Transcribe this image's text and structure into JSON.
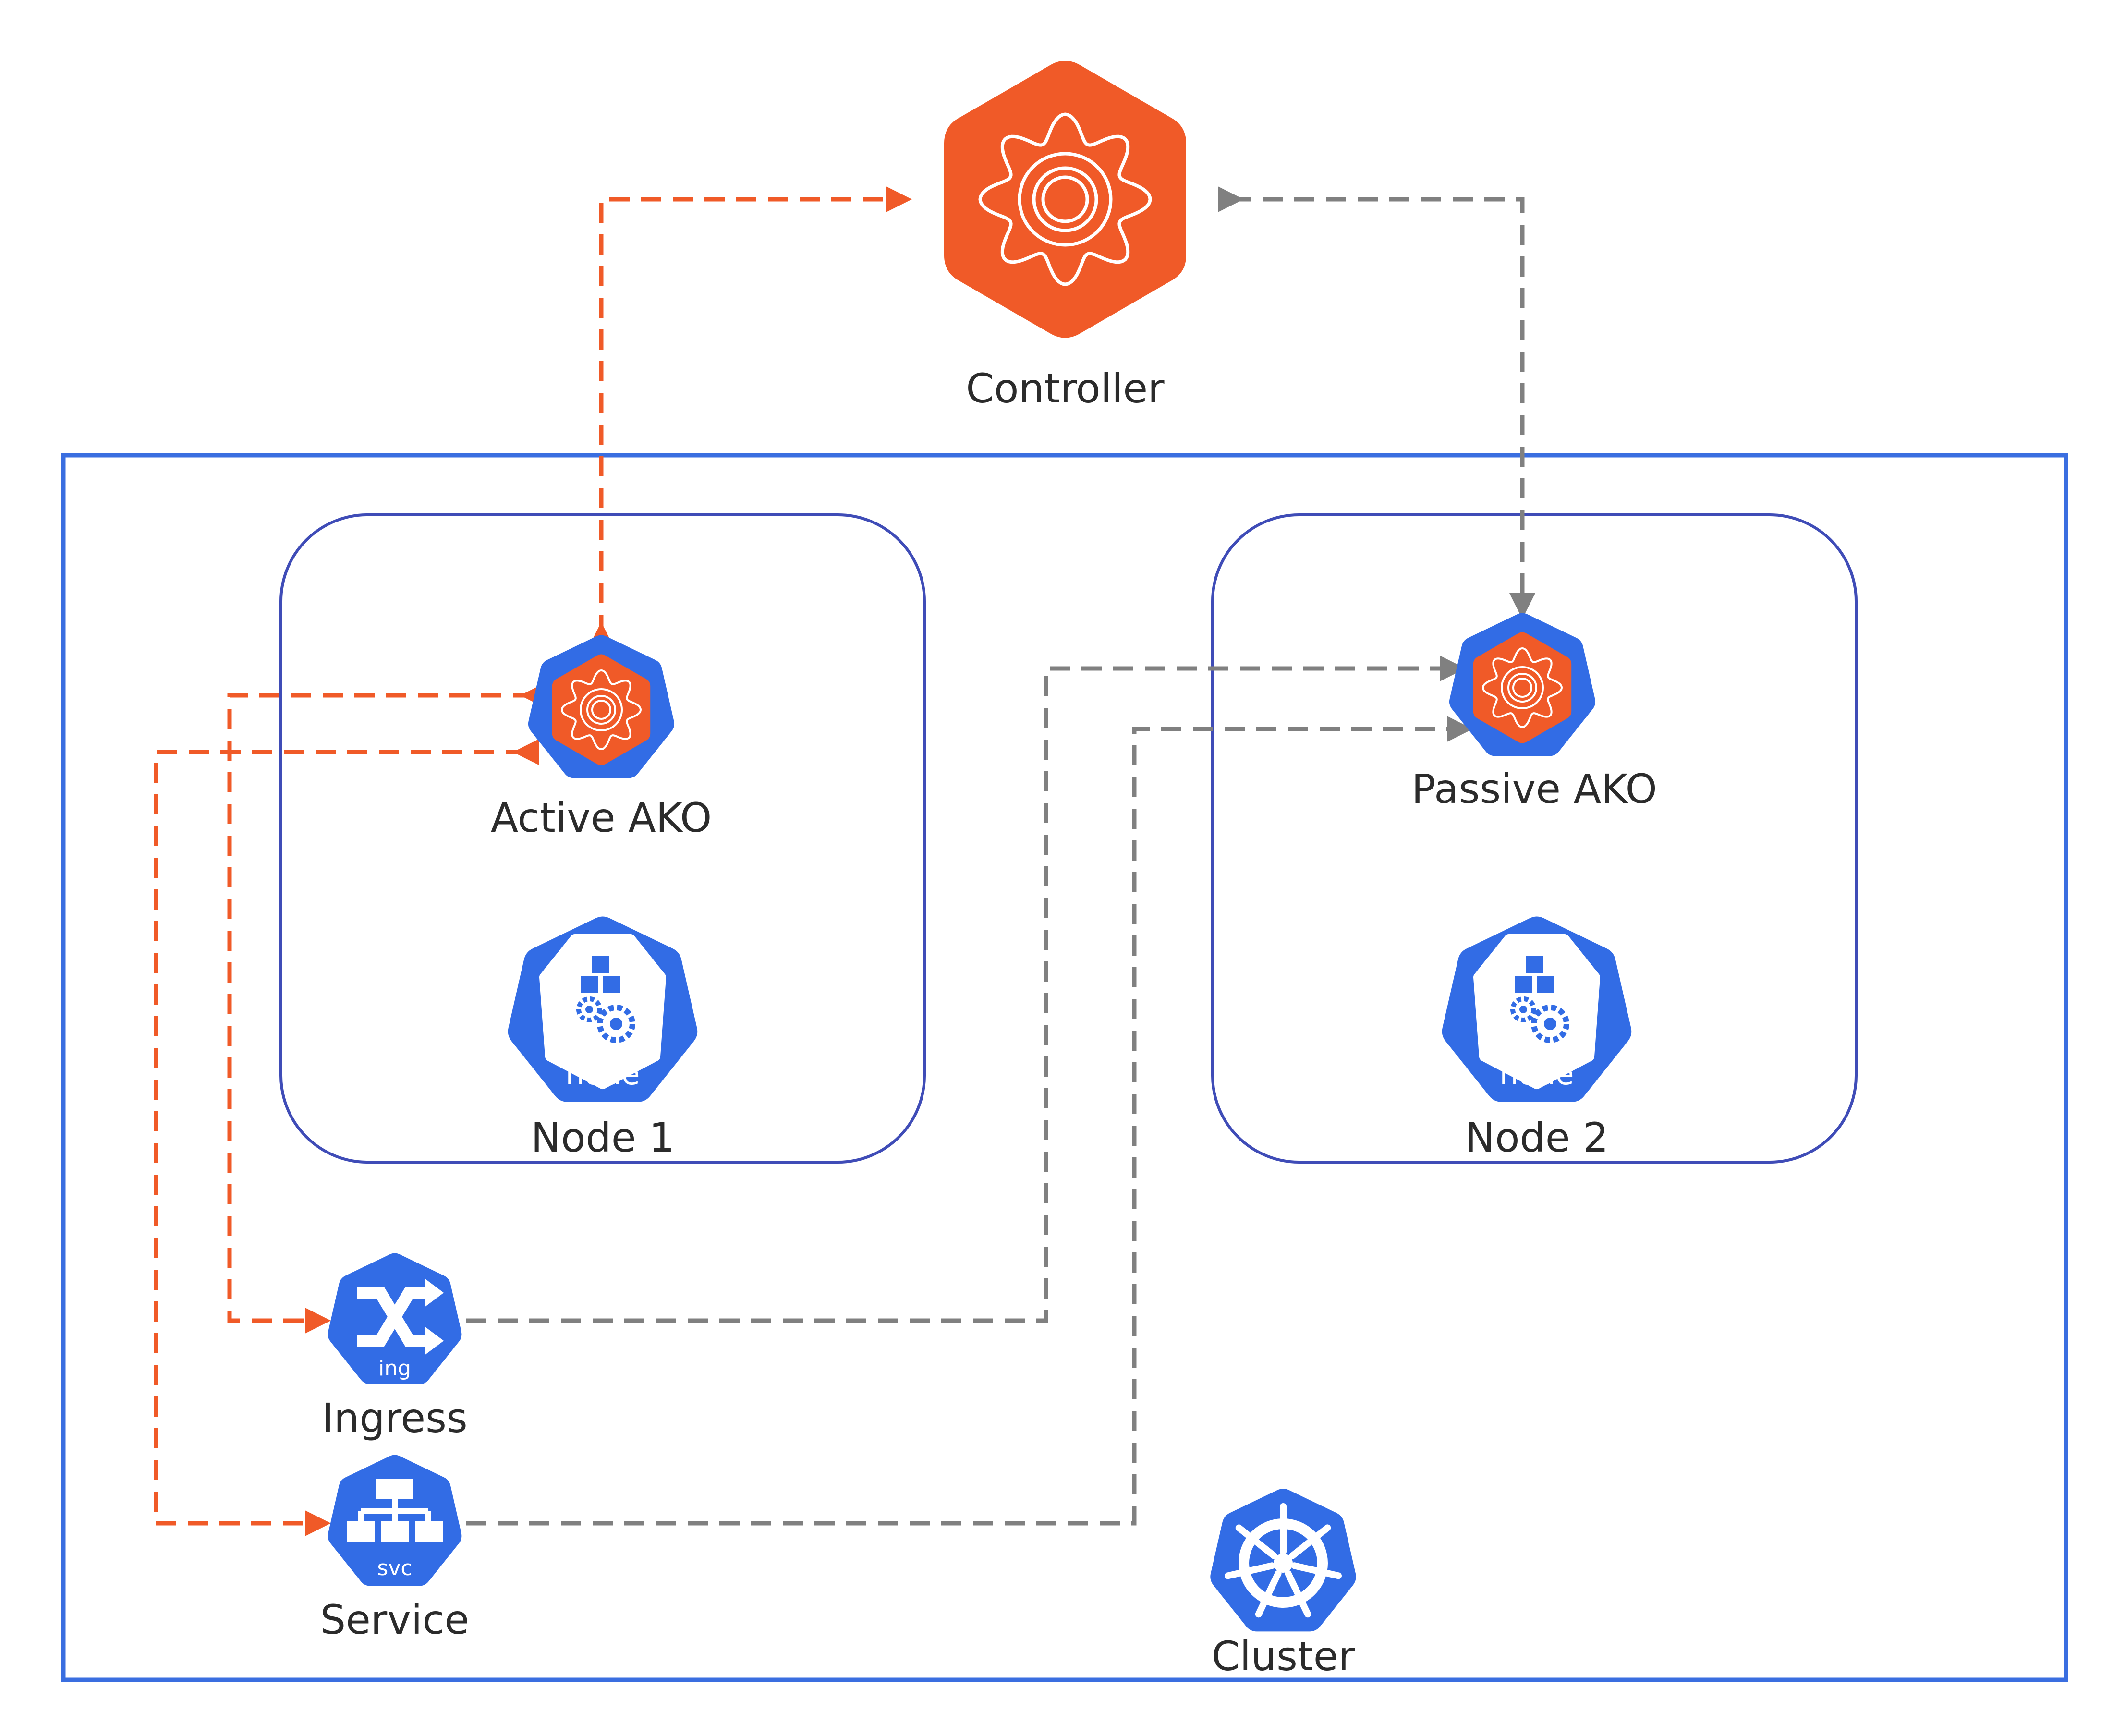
{
  "colors": {
    "accent": "#f05a28",
    "k8s_blue": "#326ce5",
    "cluster_border": "#3a6ee0",
    "node_border": "#3f4cb7",
    "active_link": "#f05a28",
    "passive_link": "#808080"
  },
  "labels": {
    "controller": "Controller",
    "active_ako": "Active AKO",
    "passive_ako": "Passive AKO",
    "node1": "Node 1",
    "node2": "Node 2",
    "ingress": "Ingress",
    "service": "Service",
    "cluster": "Cluster"
  },
  "badges": {
    "node": "node",
    "ingress": "ing",
    "service": "svc"
  },
  "icons": {
    "controller": "gear-icon",
    "ako": "gear-icon",
    "node": "cubes-gears-icon",
    "ingress": "shuffle-arrows-icon",
    "service": "hierarchy-icon",
    "cluster": "helm-wheel-icon"
  }
}
